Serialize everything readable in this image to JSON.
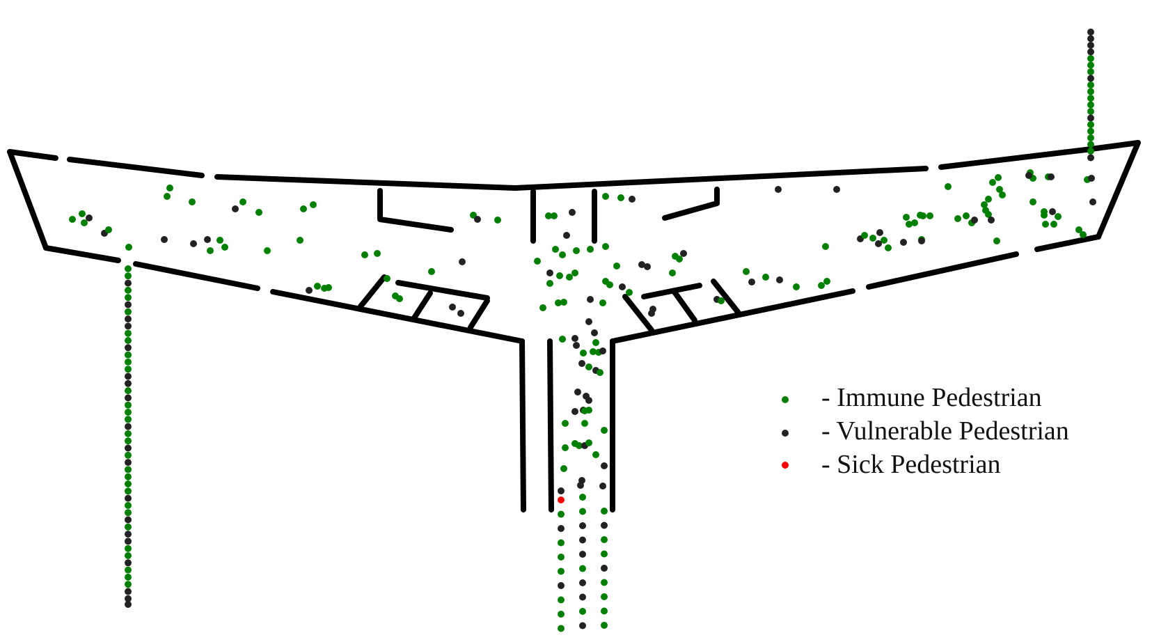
{
  "colors": {
    "immune": "#008000",
    "vulnerable": "#222222",
    "sick": "#ff0000",
    "wall": "#000000"
  },
  "legend": {
    "items": [
      {
        "key": "immune",
        "label": "- Immune Pedestrian"
      },
      {
        "key": "vulnerable",
        "label": "- Vulnerable Pedestrian"
      },
      {
        "key": "sick",
        "label": "- Sick Pedestrian"
      }
    ]
  }
}
